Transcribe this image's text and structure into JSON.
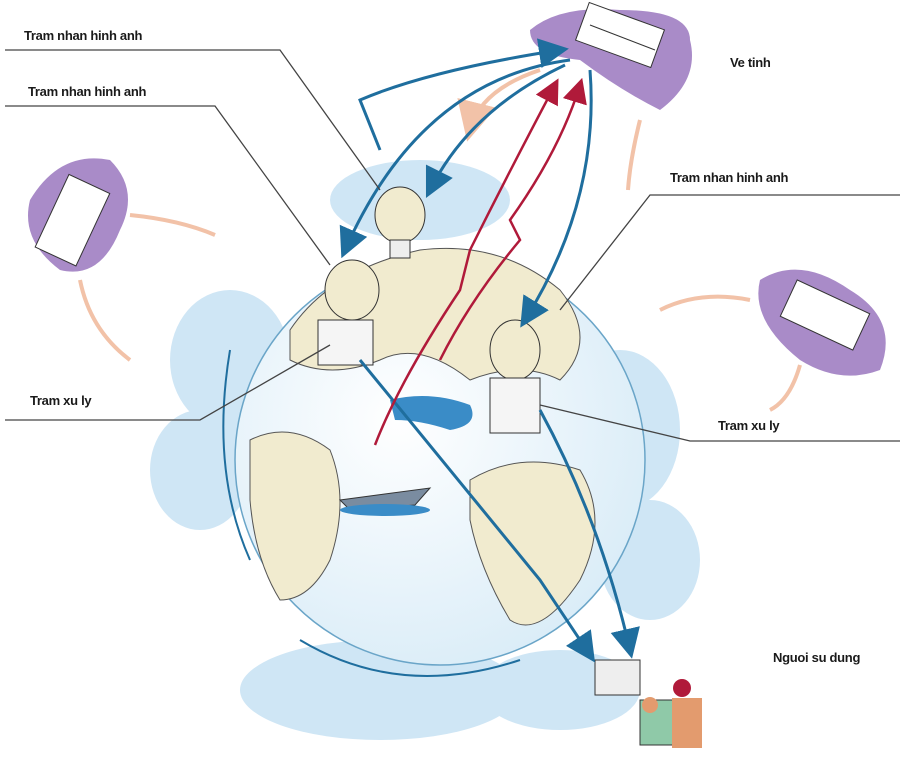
{
  "labels": {
    "receiving_station_1": "Tram nhan hinh anh",
    "receiving_station_2": "Tram nhan hinh anh",
    "receiving_station_3": "Tram nhan hinh anh",
    "satellite": "Ve tinh",
    "processing_station_left": "Tram xu ly",
    "processing_station_right": "Tram xu ly",
    "user": "Nguoi su dung"
  },
  "colors": {
    "downlink_arrow": "#1f6e9e",
    "uplink_arrow": "#b01a3a",
    "satellite_cloud": "#a98bc8",
    "sky_cloud": "#cfe6f5",
    "land": "#f1ebcf",
    "ocean": "#eef6fb",
    "orbit_arrow": "#f2c2a8"
  }
}
